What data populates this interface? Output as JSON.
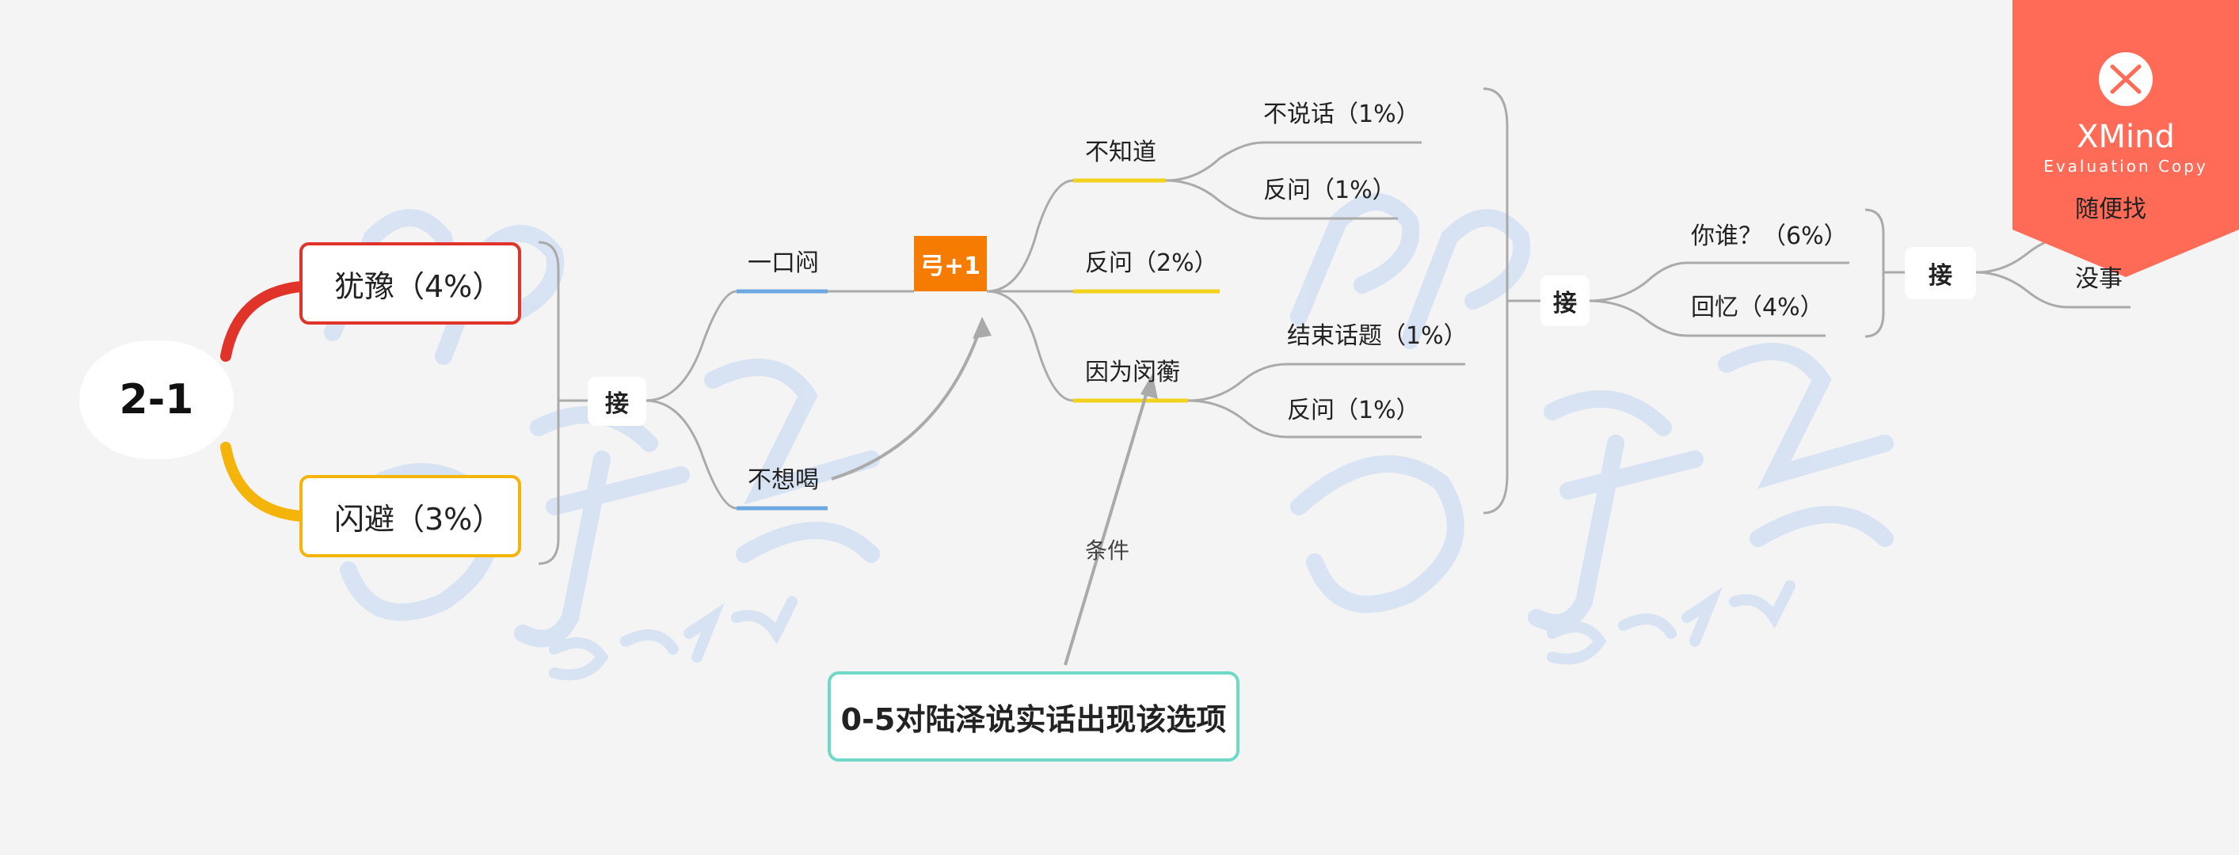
{
  "root": "2-1",
  "branches": {
    "hesitate": "犹豫（4%）",
    "avoid": "闪避（3%）"
  },
  "jie_labels": {
    "first": "接",
    "second": "接",
    "third": "接"
  },
  "level2": {
    "one_sip": "一口闷",
    "no_drink": "不想喝"
  },
  "tag": "弓+1",
  "level3": {
    "dont_know": "不知道",
    "ask_back_2": "反问（2%）",
    "because": "因为闵蘅"
  },
  "level4": {
    "silent": "不说话（1%）",
    "ask_back_1a": "反问（1%）",
    "end_topic": "结束话题（1%）",
    "ask_back_1b": "反问（1%）"
  },
  "level5": {
    "who": "你谁？（6%）",
    "recall": "回忆（4%）"
  },
  "level6": {
    "random": "随便找",
    "nothing": "没事"
  },
  "condition": {
    "label": "条件",
    "text": "0-5对陆泽说实话出现该选项"
  },
  "xmind": {
    "title": "XMind",
    "subtitle": "Evaluation Copy"
  },
  "colors": {
    "red": "#e0342a",
    "yellow": "#f5b40a",
    "orange": "#f57c00",
    "teal": "#6fd8c6",
    "blue_underline": "#6ea8e0",
    "gold_underline": "#f2d21b",
    "xmind_bg": "#ff6b57"
  },
  "watermark_icons": [
    "pigeon-watermark-logo"
  ]
}
